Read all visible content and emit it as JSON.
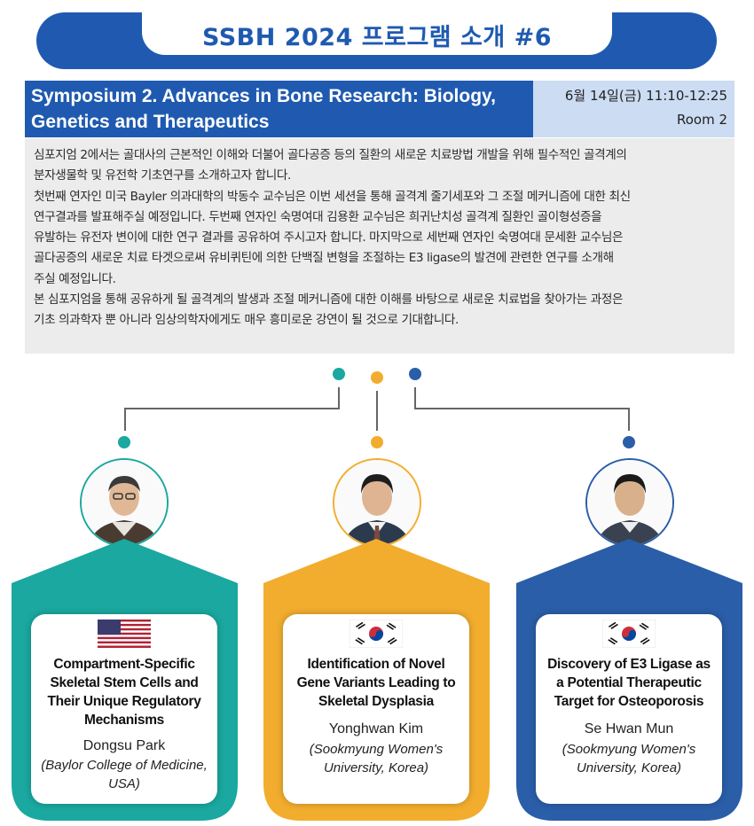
{
  "banner": {
    "title": "SSBH 2024 프로그램 소개 #6"
  },
  "symposium": {
    "title_line1": "Symposium 2. Advances in Bone Research: Biology,",
    "title_line2": "Genetics and Therapeutics",
    "datetime": "6월 14일(금) 11:10-12:25",
    "room": "Room 2"
  },
  "description": {
    "lines": [
      "심포지엄 2에서는 골대사의 근본적인 이해와 더불어 골다공증 등의 질환의 새로운 치료방법 개발을 위해 필수적인 골격계의",
      "분자생물학 및 유전학 기초연구를 소개하고자 합니다.",
      "첫번째 연자인 미국 Bayler 의과대학의 박동수 교수님은 이번 세션을 통해 골격계 줄기세포와 그 조절 메커니즘에 대한 최신",
      "연구결과를 발표해주실 예정입니다. 두번째 연자인 숙명여대 김용환 교수님은 희귀난치성 골격계 질환인 골이형성증을",
      "유발하는 유전자 변이에 대한 연구 결과를 공유하여 주시고자 합니다. 마지막으로 세번째 연자인 숙명여대 문세환 교수님은",
      "골다공증의 새로운 치료 타겟으로써 유비퀴틴에 의한 단백질 변형을 조절하는 E3 ligase의 발견에 관련한 연구를 소개해",
      "주실 예정입니다.",
      "본 심포지엄을 통해 공유하게 될 골격계의 발생과 조절 메커니즘에 대한 이해를 바탕으로 새로운 치료법을 찾아가는 과정은",
      "기초 의과학자 뿐 아니라 임상의학자에게도 매우 흥미로운 강연이 될 것으로 기대합니다."
    ]
  },
  "colors": {
    "teal": "#1aa8a0",
    "gold": "#f2ad2e",
    "navy": "#2a5ea8",
    "brand": "#1f5ab0"
  },
  "speakers": [
    {
      "flag": "usa-flag-icon",
      "title_lines": [
        "Compartment-Specific",
        "Skeletal Stem Cells and",
        "Their Unique Regulatory",
        "Mechanisms"
      ],
      "name": "Dongsu Park",
      "affiliation_lines": [
        "(Baylor College of Medicine,",
        "USA)"
      ]
    },
    {
      "flag": "korea-flag-icon",
      "title_lines": [
        "Identification of Novel",
        "Gene Variants Leading to",
        "Skeletal Dysplasia"
      ],
      "name": "Yonghwan Kim",
      "affiliation_lines": [
        "(Sookmyung Women's",
        "University, Korea)"
      ]
    },
    {
      "flag": "korea-flag-icon",
      "title_lines": [
        "Discovery of E3 Ligase as",
        "a Potential Therapeutic",
        "Target for Osteoporosis"
      ],
      "name": "Se Hwan Mun",
      "affiliation_lines": [
        "(Sookmyung Women's",
        "University, Korea)"
      ]
    }
  ]
}
